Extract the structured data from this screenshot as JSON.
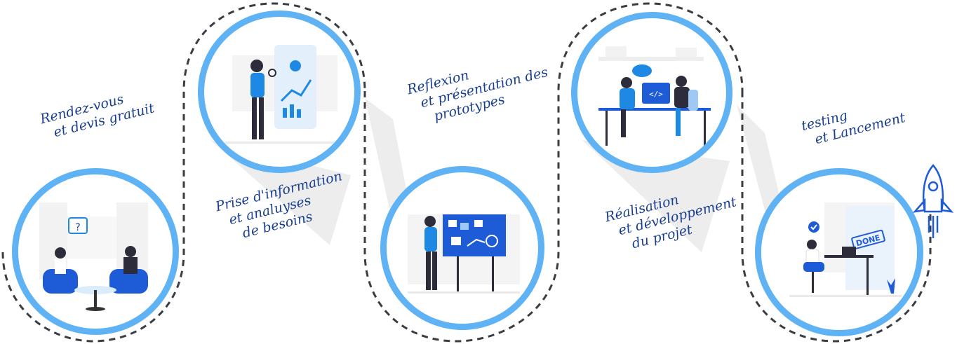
{
  "colors": {
    "ring": "#5fb2f3",
    "accent": "#1e88e5",
    "navy": "#1b3f8f",
    "dash": "#3a3d44",
    "shadow": "#ececec"
  },
  "steps": [
    {
      "lines": [
        "Rendez-vous",
        "et devis gratuit"
      ],
      "illustration": "meeting-illustration"
    },
    {
      "lines": [
        "Prise d'information",
        "et analuyses",
        "de besoins"
      ],
      "illustration": "analysis-illustration"
    },
    {
      "lines": [
        "Reflexion",
        "et présentation des",
        "prototypes"
      ],
      "illustration": "whiteboard-illustration"
    },
    {
      "lines": [
        "Réalisation",
        "et développement",
        "du projet"
      ],
      "illustration": "developers-illustration"
    },
    {
      "lines": [
        "testing",
        "et Lancement"
      ],
      "illustration": "done-illustration"
    }
  ],
  "done_stamp": "DONE",
  "rocket": "rocket-icon"
}
